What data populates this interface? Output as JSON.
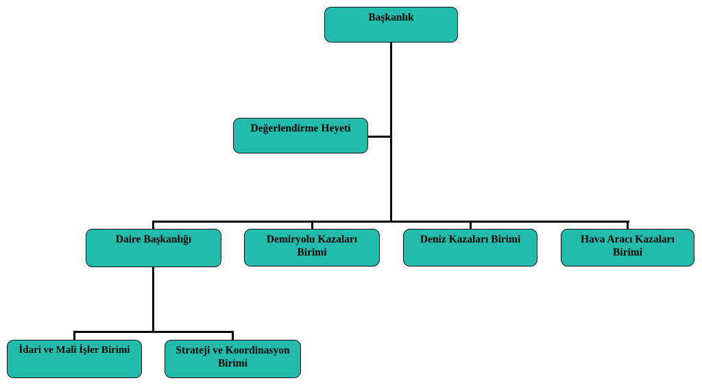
{
  "chart_type": "org-chart",
  "colors": {
    "node_fill": "#23BCAC",
    "node_border": "#111111",
    "line": "#000000",
    "background": "#FFFFFF",
    "text": "#000000"
  },
  "nodes": {
    "baskanlik": {
      "label": "Başkanlık",
      "lines": [
        "Başkanlık"
      ]
    },
    "degerlendirme": {
      "label": "Değerlendirme Heyeti",
      "lines": [
        "Değerlendirme Heyeti"
      ]
    },
    "daire": {
      "label": "Daire Başkanlığı",
      "lines": [
        "Daire Başkanlığı"
      ]
    },
    "demiryolu": {
      "label": "Demiryolu Kazaları Birimi",
      "lines": [
        "Demiryolu Kazaları",
        "Birimi"
      ]
    },
    "deniz": {
      "label": "Deniz Kazaları Birimi",
      "lines": [
        "Deniz Kazaları Birimi"
      ]
    },
    "hava": {
      "label": "Hava Aracı Kazaları Birimi",
      "lines": [
        "Hava Aracı Kazaları",
        "Birimi"
      ]
    },
    "idari": {
      "label": "İdari ve Mali İşler Birimi",
      "lines": [
        "İdari ve Mali İşler Birimi"
      ]
    },
    "strateji": {
      "label": "Strateji ve Koordinasyon Birimi",
      "lines": [
        "Strateji ve Koordinasyon",
        "Birimi"
      ]
    }
  },
  "edges": [
    {
      "from": "baskanlik",
      "to": "degerlendirme"
    },
    {
      "from": "baskanlik",
      "to": "daire"
    },
    {
      "from": "baskanlik",
      "to": "demiryolu"
    },
    {
      "from": "baskanlik",
      "to": "deniz"
    },
    {
      "from": "baskanlik",
      "to": "hava"
    },
    {
      "from": "daire",
      "to": "idari"
    },
    {
      "from": "daire",
      "to": "strateji"
    }
  ]
}
